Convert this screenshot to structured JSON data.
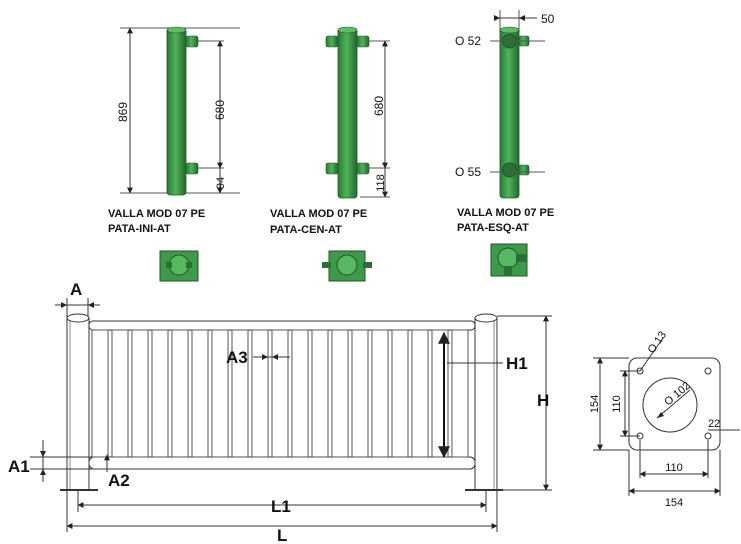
{
  "posts": [
    {
      "caption_line1": "VALLA MOD 07 PE",
      "caption_line2": "PATA-INI-AT",
      "dims": {
        "total": "869",
        "span": "680",
        "bottom": "94"
      }
    },
    {
      "caption_line1": "VALLA MOD 07 PE",
      "caption_line2": "PATA-CEN-AT",
      "dims": {
        "span": "680",
        "bottom": "118"
      }
    },
    {
      "caption_line1": "VALLA MOD 07 PE",
      "caption_line2": "PATA-ESQ-AT",
      "dims": {
        "width": "50",
        "hole_top": "O 52",
        "hole_bottom": "O 55"
      }
    }
  ],
  "fence_labels": {
    "A": "A",
    "A1": "A1",
    "A2": "A2",
    "A3": "A3",
    "H": "H",
    "H1": "H1",
    "L": "L",
    "L1": "L1"
  },
  "base_plate": {
    "hole_small": "O 13",
    "hole_center": "O 102",
    "outer": "154",
    "inner": "110",
    "outer_bottom": "154",
    "inner_bottom": "110",
    "offset": "22"
  },
  "colors": {
    "post_green": "#3e9a4a",
    "post_dark": "#2a6f35",
    "line": "#333333"
  }
}
